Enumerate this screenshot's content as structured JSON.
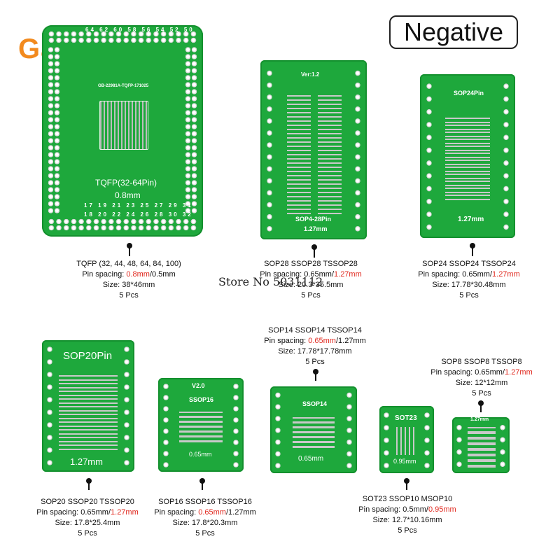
{
  "brand": "Gabriela",
  "badge": "Negative",
  "watermark": "Store No 5031112",
  "boards": {
    "tqfp": {
      "top_pins": "64 62 60 58 56 54 52 50",
      "bottom_pins": "17 19 21 23 25 27 29 31",
      "bottom_pins_2": "18 20 22 24 26 28 30 32",
      "code": "GB-22981A-TQFP-171025",
      "name": "TQFP(32-64Pin)",
      "pitch": "0.8mm"
    },
    "sop28": {
      "ver": "Ver:1.2",
      "name": "SOP4-28Pin",
      "pitch": "1.27mm"
    },
    "sop24": {
      "name": "SOP24Pin",
      "pitch": "1.27mm"
    },
    "sop20": {
      "name": "SOP20Pin",
      "pitch": "1.27mm"
    },
    "sop16": {
      "ver": "V2.0",
      "name": "SSOP16",
      "pitch": "0.65mm"
    },
    "sop14": {
      "name": "SSOP14",
      "pitch": "0.65mm"
    },
    "sot23": {
      "name": "SOT23",
      "pitch": "0.95mm"
    },
    "sop8": {
      "pitch": "1.27mm"
    }
  },
  "labels": {
    "tqfp": {
      "title": "TQFP (32, 44, 48, 64, 84, 100)",
      "spacing_prefix": "Pin spacing: ",
      "spacing_a": "0.8mm",
      "spacing_b": "/0.5mm",
      "size": "Size: 38*46mm",
      "qty": "5 Pcs"
    },
    "sop28": {
      "title": "SOP28 SSOP28 TSSOP28",
      "spacing_prefix": "Pin spacing: 0.65mm/",
      "spacing_a": "1.27mm",
      "size": "Size: 20.3*35.5mm",
      "qty": "5 Pcs"
    },
    "sop24": {
      "title": "SOP24 SSOP24 TSSOP24",
      "spacing_prefix": "Pin spacing: 0.65mm/",
      "spacing_a": "1.27mm",
      "size": "Size: 17.78*30.48mm",
      "qty": "5 Pcs"
    },
    "sop14": {
      "title": "SOP14 SSOP14 TSSOP14",
      "spacing_prefix": "Pin spacing: ",
      "spacing_a": "0.65mm",
      "spacing_b": "/1.27mm",
      "size": "Size: 17.78*17.78mm",
      "qty": "5 Pcs"
    },
    "sop8": {
      "title": "SOP8 SSOP8 TSSOP8",
      "spacing_prefix": "Pin spacing: 0.65mm/",
      "spacing_a": "1.27mm",
      "size": "Size: 12*12mm",
      "qty": "5 Pcs"
    },
    "sop20": {
      "title": "SOP20 SSOP20 TSSOP20",
      "spacing_prefix": "Pin spacing: 0.65mm/",
      "spacing_a": "1.27mm",
      "size": "Size: 17.8*25.4mm",
      "qty": "5 Pcs"
    },
    "sop16": {
      "title": "SOP16 SSOP16 TSSOP16",
      "spacing_prefix": "Pin spacing: ",
      "spacing_a": "0.65mm",
      "spacing_b": "/1.27mm",
      "size": "Size: 17.8*20.3mm",
      "qty": "5 Pcs"
    },
    "sot23": {
      "title": "SOT23 SSOP10 MSOP10",
      "spacing_prefix": "Pin spacing: 0.5mm/",
      "spacing_a": "0.95mm",
      "size": "Size: 12.7*10.16mm",
      "qty": "5 Pcs"
    }
  },
  "colors": {
    "board": "#1ea83c",
    "brand": "#f28a1e",
    "highlight": "#e0281e"
  }
}
